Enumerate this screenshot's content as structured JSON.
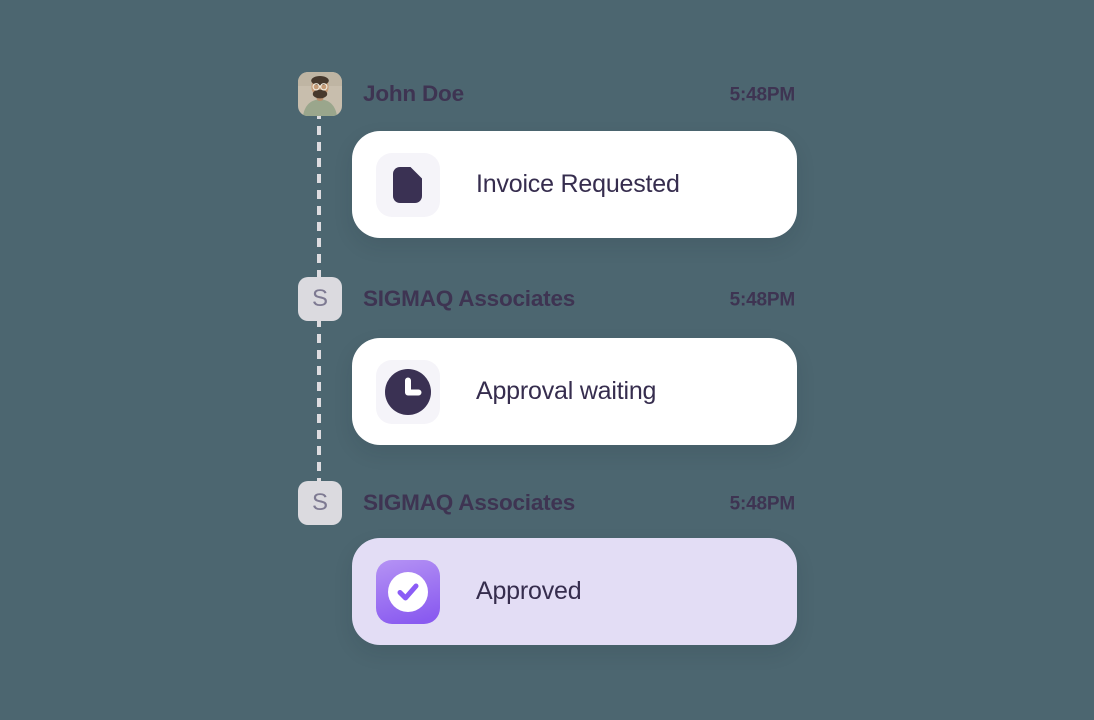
{
  "page": {
    "background_color": "#4C6670",
    "kind": "approval-timeline"
  },
  "timeline": {
    "entries": [
      {
        "name": "John Doe",
        "time": "5:48PM",
        "avatar_type": "photo",
        "avatar_description": "man with glasses and beard, sage shirt",
        "status": "Invoice Requested",
        "icon": "document-icon",
        "card_style": "white"
      },
      {
        "name": "SIGMAQ Associates",
        "time": "5:48PM",
        "avatar_type": "initial",
        "avatar_initial": "S",
        "status": "Approval waiting",
        "icon": "clock-icon",
        "card_style": "white"
      },
      {
        "name": "SIGMAQ Associates",
        "time": "5:48PM",
        "avatar_type": "initial",
        "avatar_initial": "S",
        "status": "Approved",
        "icon": "check-icon",
        "card_style": "purple"
      }
    ]
  },
  "colors": {
    "background": "#4C6670",
    "name_text": "#3E3452",
    "time_text": "#3E3452",
    "card_text": "#362D4E",
    "card_white": "#FFFFFF",
    "card_purple": "#E3DDF5",
    "icon_tile_light": "#F5F4F9",
    "icon_dark": "#3A3153",
    "accent_purple": "#8B5CF6",
    "accent_purple_light": "#B593F4",
    "avatar_initial_bg": "#DBDADF",
    "avatar_initial_text": "#7E7A92",
    "connector_dash": "#DDDCE0"
  }
}
